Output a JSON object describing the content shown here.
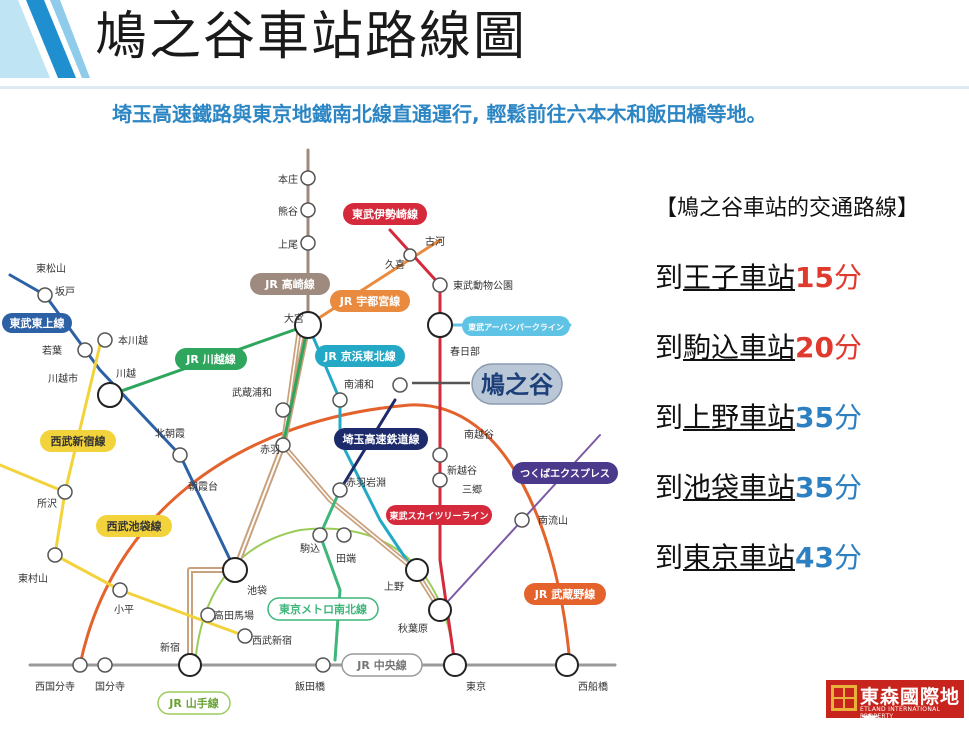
{
  "header": {
    "title": "鳩之谷車站路線圖",
    "subtitle": "埼玉高速鐵路與東京地鐵南北線直通運行, 輕鬆前往六本木和飯田橋等地。"
  },
  "map": {
    "line_labels": {
      "tobu_isesaki": "東武伊勢崎線",
      "jr_takasaki": "JR 高崎線",
      "jr_utsunomiya": "JR 宇都宮線",
      "tobu_tojo": "東武東上線",
      "jr_kawagoe": "JR 川越線",
      "jr_keihin_tohoku": "JR 京浜東北線",
      "tobu_urban_park": "東武アーバンパークライン",
      "saitama_railway": "埼玉高速鉄道線",
      "seibu_shinjuku": "西武新宿線",
      "seibu_ikebukuro": "西武池袋線",
      "tsukuba_express": "つくばエクスプレス",
      "tobu_skytree": "東武スカイツリーライン",
      "jr_musashino": "JR 武蔵野線",
      "tokyo_metro_nanboku": "東京メトロ南北線",
      "jr_chuo": "JR 中央線",
      "jr_yamanote": "JR 山手線"
    },
    "highlight": "鳩之谷",
    "stations": {
      "honjo": "本庄",
      "kumagaya": "熊谷",
      "ageo": "上尾",
      "omiya": "大宮",
      "koga": "古河",
      "kuki": "久喜",
      "tobu_dobutsu_koen": "東武動物公園",
      "kasukabe": "春日部",
      "higashi_matsuyama": "東松山",
      "sakado": "坂戸",
      "wakaba": "若葉",
      "kawagoeshi": "川越市",
      "hon_kawagoe": "本川越",
      "kawagoe": "川越",
      "musashi_urawa": "武蔵浦和",
      "minami_urawa": "南浦和",
      "kita_asaka": "北朝霞",
      "asakadai": "朝霞台",
      "akabane": "赤羽",
      "akabane_iwabuchi": "赤羽岩淵",
      "tokorozawa": "所沢",
      "higashi_murayama": "東村山",
      "kodaira": "小平",
      "ikebukuro": "池袋",
      "takadanobaba": "高田馬場",
      "seibu_shinjuku_stn": "西武新宿",
      "shinjuku": "新宿",
      "komagome": "駒込",
      "tabata": "田端",
      "ueno": "上野",
      "akihabara": "秋葉原",
      "tokyo": "東京",
      "iidabashi": "飯田橋",
      "kokubunji": "国分寺",
      "nishi_kokubunji": "西国分寺",
      "nishi_funabashi": "西船橋",
      "minami_koshigaya": "南越谷",
      "shin_koshigaya": "新越谷",
      "misato": "三郷",
      "minami_nagareyama": "南流山"
    }
  },
  "routes": {
    "header": "【鳩之谷車站的交通路線】",
    "items": [
      {
        "prefix": "到",
        "destination": "王子車站",
        "time": "15",
        "unit": "分",
        "color": "red"
      },
      {
        "prefix": "到",
        "destination": "駒込車站",
        "time": "20",
        "unit": "分",
        "color": "red"
      },
      {
        "prefix": "到",
        "destination": "上野車站",
        "time": "35",
        "unit": "分",
        "color": "blue"
      },
      {
        "prefix": "到",
        "destination": "池袋車站",
        "time": "35",
        "unit": "分",
        "color": "blue"
      },
      {
        "prefix": "到",
        "destination": "東京車站",
        "time": "43",
        "unit": "分",
        "color": "blue"
      }
    ]
  },
  "logo": {
    "name": "東森國際地產",
    "sub": "ETLAND INTERNATIONAL PROPERTY"
  },
  "colors": {
    "subtitle": "#2d86c4",
    "time_red": "#e03a2f",
    "time_blue": "#2c7fc0",
    "logo_bg": "#c8241e"
  }
}
